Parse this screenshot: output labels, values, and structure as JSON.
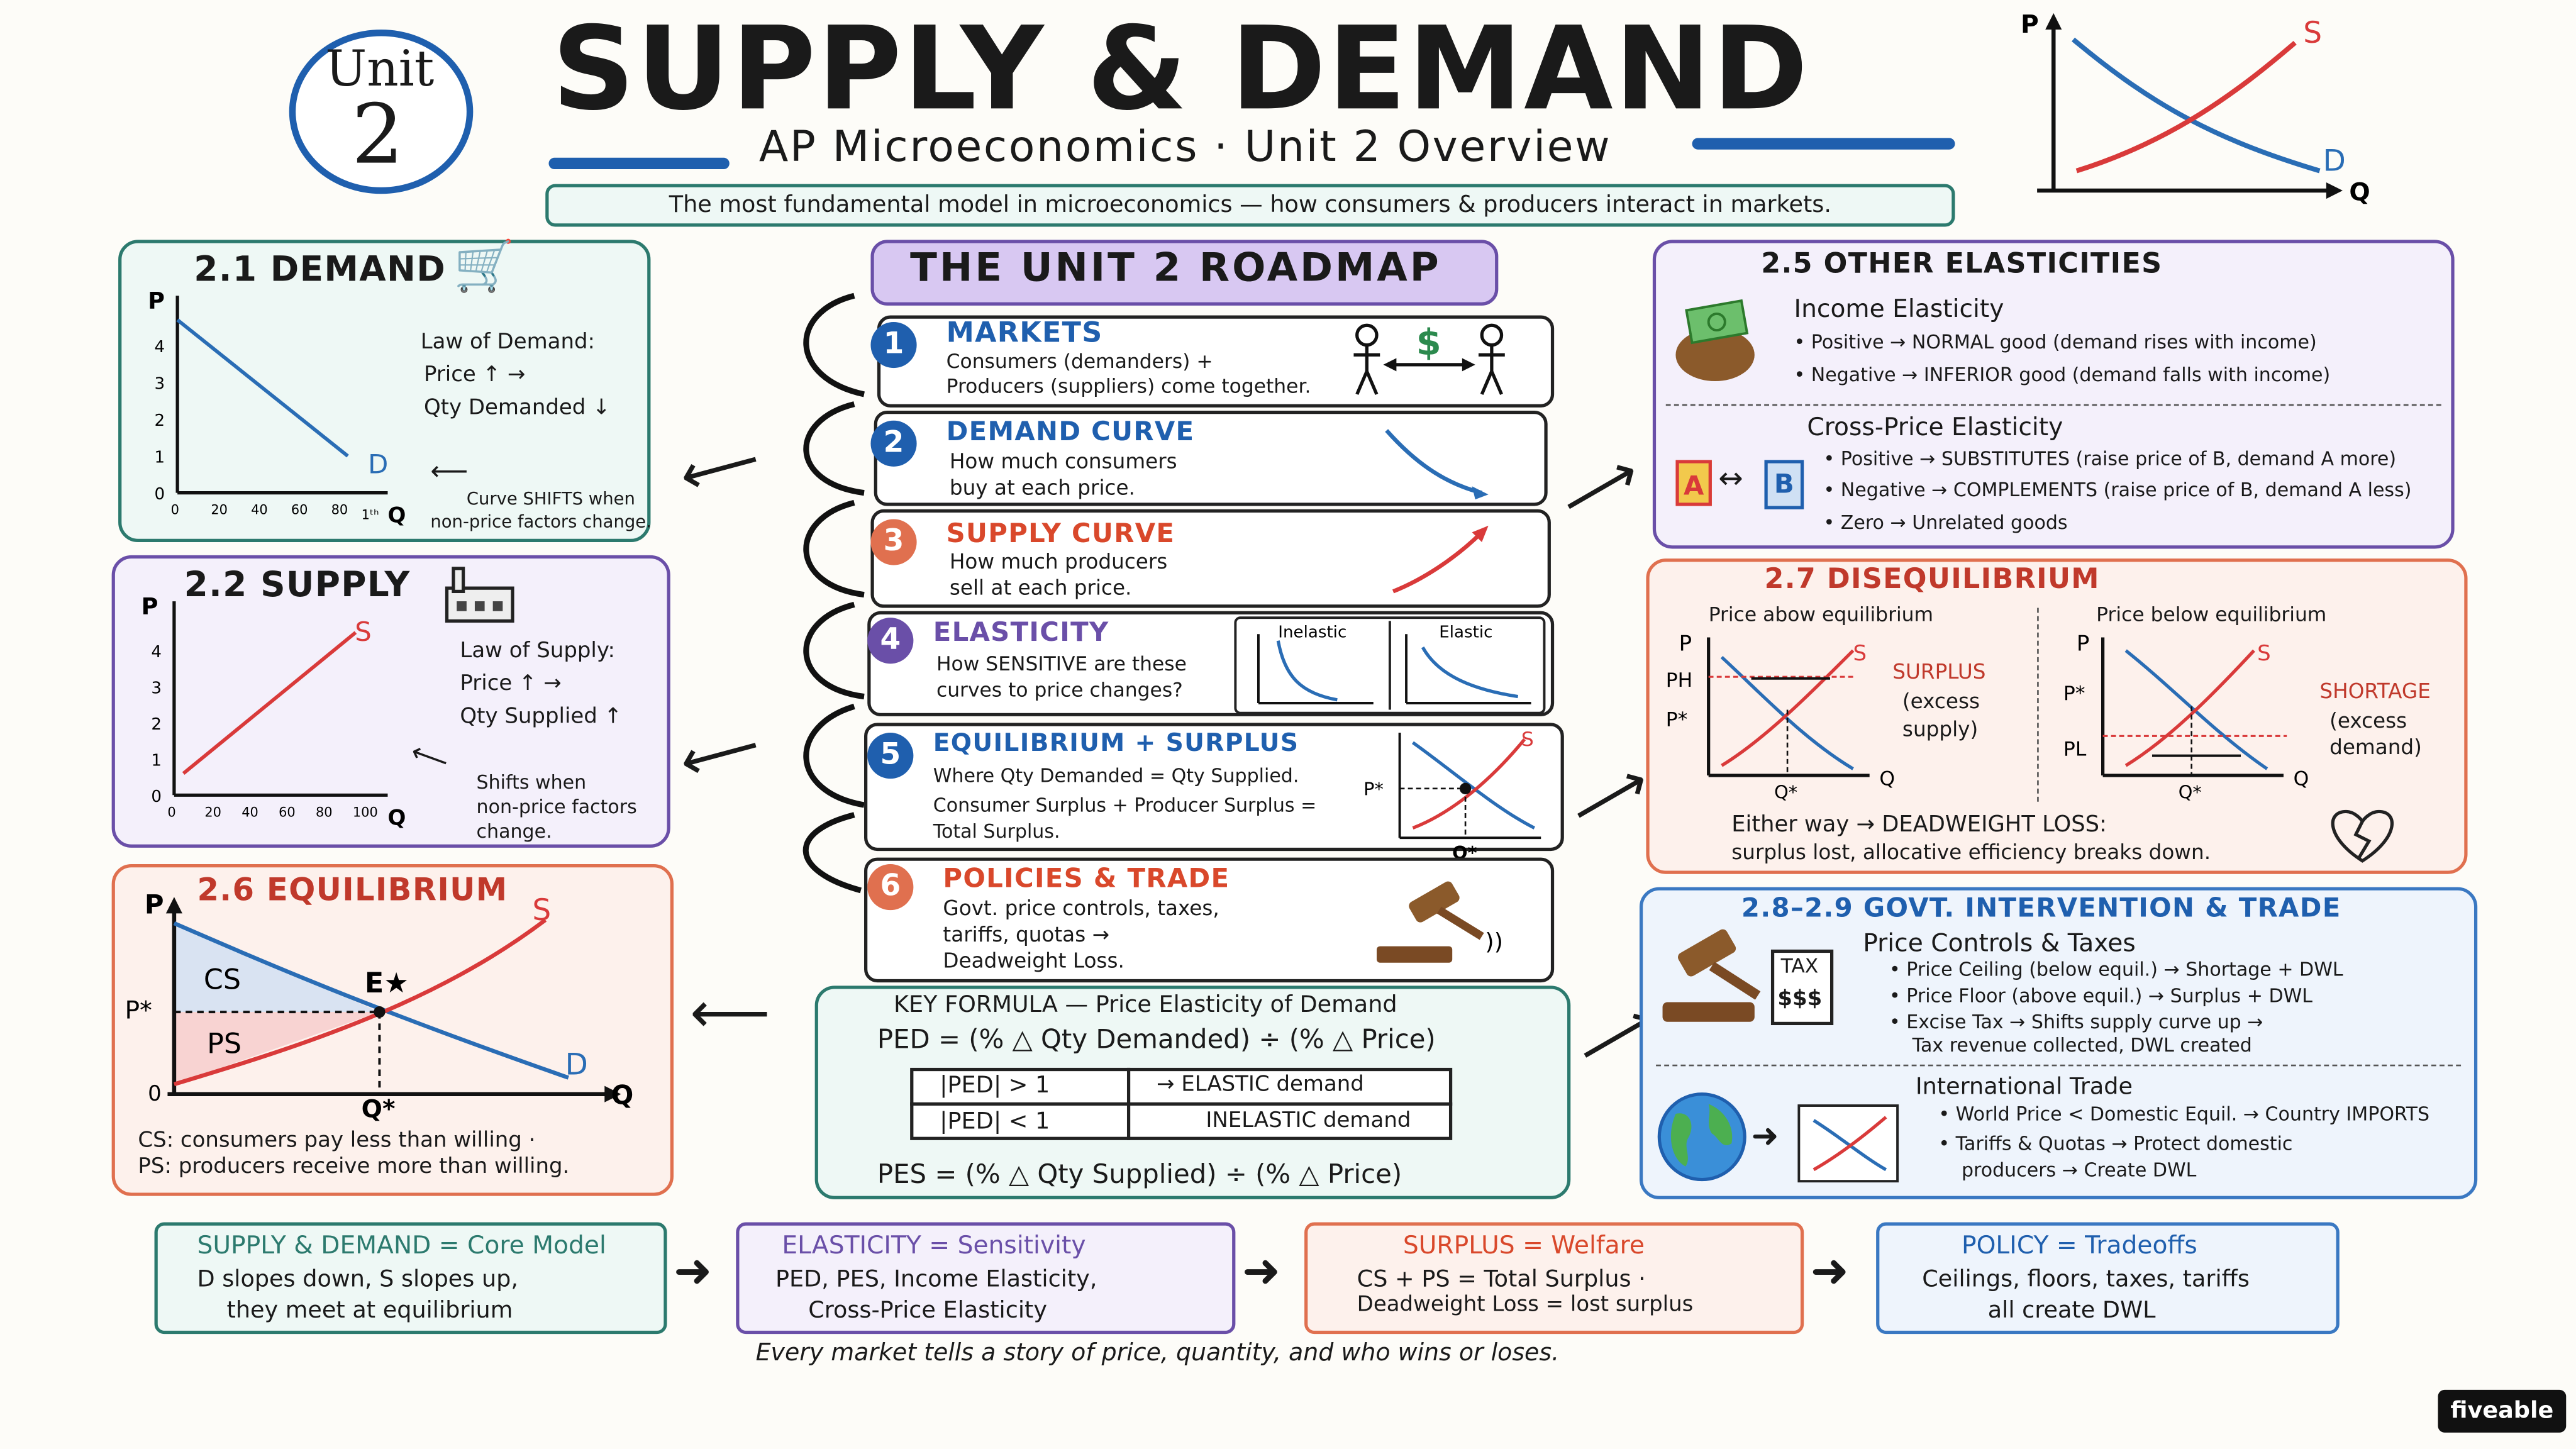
{
  "header": {
    "badge_unit": "Unit",
    "badge_num": "2",
    "title": "SUPPLY & DEMAND",
    "subtitle": "AP Microeconomics · Unit 2 Overview",
    "tagline": "The most fundamental model in microeconomics — how consumers & producers interact in markets.",
    "mini_chart": {
      "p": "P",
      "q": "Q",
      "s": "S",
      "d": "D"
    }
  },
  "demand": {
    "title": "2.1 DEMAND",
    "law_title": "Law of Demand:",
    "law_line1": "Price ↑ →",
    "law_line2": "Qty Demanded ↓",
    "note1": "Curve SHIFTS when",
    "note2": "non-price factors change.",
    "curve_label": "D",
    "x_suffix": "1ᵗʰ",
    "axis_p": "P",
    "axis_q": "Q"
  },
  "supply": {
    "title": "2.2 SUPPLY",
    "law_title": "Law of Supply:",
    "law_line1": "Price ↑ →",
    "law_line2": "Qty Supplied ↑",
    "note1": "Shifts when",
    "note2": "non-price factors",
    "note3": "change.",
    "curve_label": "S",
    "axis_p": "P",
    "axis_q": "Q"
  },
  "chart_data": [
    {
      "type": "line",
      "title": "2.1 DEMAND",
      "xlabel": "Q",
      "ylabel": "P",
      "x_ticks": [
        "0",
        "20",
        "40",
        "60",
        "80"
      ],
      "y_ticks": [
        "0",
        "1",
        "2",
        "3",
        "4"
      ],
      "xlim": [
        0,
        100
      ],
      "ylim": [
        0,
        5
      ],
      "series": [
        {
          "name": "D",
          "x": [
            0,
            85
          ],
          "y": [
            4.7,
            1.0
          ]
        }
      ]
    },
    {
      "type": "line",
      "title": "2.2 SUPPLY",
      "xlabel": "Q",
      "ylabel": "P",
      "x_ticks": [
        "0",
        "20",
        "40",
        "60",
        "80",
        "100"
      ],
      "y_ticks": [
        "0",
        "1",
        "2",
        "3",
        "4"
      ],
      "xlim": [
        0,
        110
      ],
      "ylim": [
        0,
        5
      ],
      "series": [
        {
          "name": "S",
          "x": [
            5,
            98
          ],
          "y": [
            0.6,
            4.5
          ]
        }
      ]
    }
  ],
  "equilibrium": {
    "title": "2.6 EQUILIBRIUM",
    "cs": "CS",
    "ps": "PS",
    "e": "E★",
    "p_star": "P*",
    "q_star": "Q*",
    "axis_p": "P",
    "axis_q": "Q",
    "origin": "0",
    "s": "S",
    "d": "D",
    "note1": "CS: consumers pay less than willing ·",
    "note2": "PS: producers receive more than willing."
  },
  "roadmap": {
    "title": "THE UNIT 2 ROADMAP",
    "steps": [
      {
        "num": "1",
        "title": "MARKETS",
        "line1": "Consumers (demanders) +",
        "line2": "Producers (suppliers) come together."
      },
      {
        "num": "2",
        "title": "DEMAND CURVE",
        "line1": "How much consumers",
        "line2": "buy at each price."
      },
      {
        "num": "3",
        "title": "SUPPLY CURVE",
        "line1": "How much producers",
        "line2": "sell at each price."
      },
      {
        "num": "4",
        "title": "ELASTICITY",
        "line1": "How SENSITIVE are these",
        "line2": "curves to price changes?",
        "inelastic": "Inelastic",
        "elastic": "Elastic"
      },
      {
        "num": "5",
        "title": "EQUILIBRIUM + SURPLUS",
        "line1": "Where Qty Demanded = Qty Supplied.",
        "line2": "Consumer Surplus + Producer Surplus =",
        "line3": "Total Surplus."
      },
      {
        "num": "6",
        "title": "POLICIES & TRADE",
        "line1": "Govt. price controls, taxes,",
        "line2": "tariffs, quotas →",
        "line3": "Deadweight Loss."
      }
    ],
    "dollar": "$"
  },
  "formula": {
    "title": "KEY FORMULA — Price Elasticity of Demand",
    "ped": "PED = (% △ Qty Demanded) ÷ (% △ Price)",
    "row1_left": "|PED| > 1",
    "row1_right": "→ ELASTIC demand",
    "row2_left": "|PED| < 1",
    "row2_right": "INELASTIC demand",
    "pes": "PES = (% △ Qty Supplied) ÷ (% △ Price)"
  },
  "other_elasticities": {
    "title": "2.5 OTHER ELASTICITIES",
    "income_title": "Income Elasticity",
    "income_pos": "• Positive → NORMAL good (demand rises with income)",
    "income_neg": "• Negative → INFERIOR good (demand falls with income)",
    "cross_title": "Cross-Price Elasticity",
    "cross_pos": "• Positive → SUBSTITUTES (raise price of B, demand A more)",
    "cross_neg": "• Negative → COMPLEMENTS (raise price of B, demand A less)",
    "cross_zero": "• Zero → Unrelated goods",
    "a": "A",
    "b": "B"
  },
  "disequilibrium": {
    "title": "2.7 DISEQUILIBRIUM",
    "above": "Price abow equilibrium",
    "below": "Price below equilibrium",
    "surplus1": "SURPLUS",
    "surplus2": "(excess",
    "surplus3": "supply)",
    "shortage1": "SHORTAGE",
    "shortage2": "(excess",
    "shortage3": "demand)",
    "ph": "PH",
    "pstar": "P*",
    "pl": "PL",
    "qstar": "Q*",
    "p": "P",
    "q": "Q",
    "s": "S",
    "dwl1": "Either way → DEADWEIGHT LOSS:",
    "dwl2": "surplus lost, allocative efficiency breaks down."
  },
  "govt": {
    "title": "2.8–2.9 GOVT. INTERVENTION & TRADE",
    "pc_title": "Price Controls & Taxes",
    "pc1": "• Price Ceiling (below equil.) → Shortage + DWL",
    "pc2": "• Price Floor (above equil.) → Surplus + DWL",
    "pc3": "• Excise Tax → Shifts supply curve up →",
    "pc4": "Tax revenue collected, DWL created",
    "tax1": "TAX",
    "tax2": "$$$",
    "trade_title": "International Trade",
    "trade1": "• World Price < Domestic Equil. → Country IMPORTS",
    "trade2": "• Tariffs & Quotas → Protect domestic",
    "trade3": "producers → Create DWL"
  },
  "summary": [
    {
      "title": "SUPPLY & DEMAND = Core Model",
      "line1": "D slopes down, S slopes up,",
      "line2": "they meet at equilibrium"
    },
    {
      "title": "ELASTICITY = Sensitivity",
      "line1": "PED, PES, Income Elasticity,",
      "line2": "Cross-Price Elasticity"
    },
    {
      "title": "SURPLUS = Welfare",
      "line1": "CS + PS = Total Surplus ·",
      "line2": "Deadweight Loss = lost surplus"
    },
    {
      "title": "POLICY = Tradeoffs",
      "line1": "Ceilings, floors, taxes, tariffs",
      "line2": "all create DWL"
    }
  ],
  "footer": "Every market tells a story of price, quantity, and who wins or loses.",
  "brand": "fiveable",
  "colors": {
    "demand": "#2a6db5",
    "supply": "#d93a3a",
    "teal": "#2c7a6e",
    "purple": "#6a4fa8",
    "salmon": "#e0704f",
    "blue": "#3a78c2"
  }
}
